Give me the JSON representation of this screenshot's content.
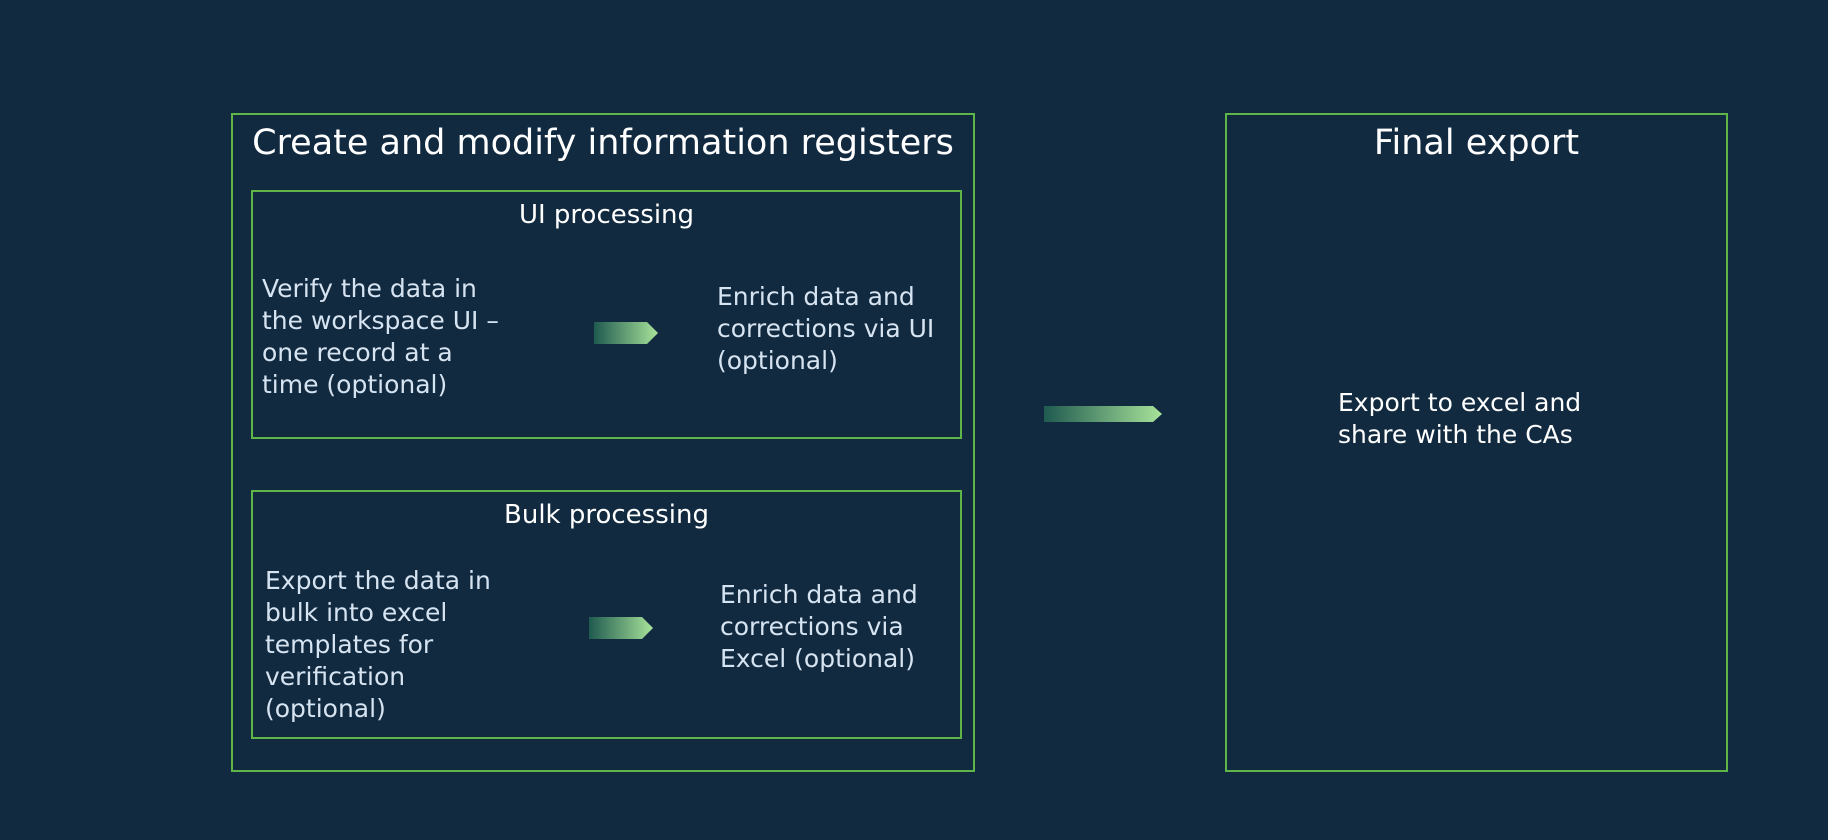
{
  "sections": {
    "register": {
      "title": "Create and modify information registers",
      "ui_processing": {
        "title": "UI processing",
        "step_verify": "Verify the data in the workspace UI – one record at a time (optional)",
        "step_enrich": "Enrich data and corrections via UI (optional)"
      },
      "bulk_processing": {
        "title": "Bulk processing",
        "step_export": "Export the data in bulk into excel templates for verification (optional)",
        "step_enrich": "Enrich data and corrections via Excel (optional)"
      }
    },
    "final_export": {
      "title": "Final export",
      "step": "Export to excel and share with the CAs"
    }
  },
  "colors": {
    "background": "#112a40",
    "border": "#5fb548",
    "arrow_start": "#1f5a50",
    "arrow_end": "#a8e39a",
    "title_text": "#ffffff",
    "step_text": "#d6e4f2"
  }
}
